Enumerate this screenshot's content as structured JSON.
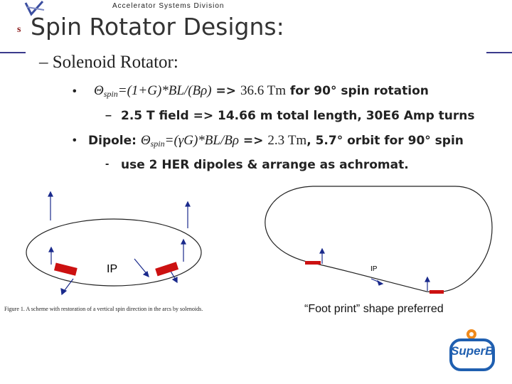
{
  "header": {
    "org": "Accelerator Systems Division",
    "s_mark": "s"
  },
  "slide": {
    "title": "Spin Rotator Designs:",
    "subtitle": "– Solenoid Rotator:",
    "bullet1": {
      "dot": "•",
      "sym": "Θ",
      "sub": "spin",
      "formula": "=(1+G)*BL/(Bρ)",
      "arrow": " => ",
      "value": "36.6 Tm",
      "rest": " for 90° spin rotation"
    },
    "sub1": {
      "dash": "–",
      "text": "2.5 T field => 14.66 m total length, 30E6 Amp turns"
    },
    "bullet2": {
      "dot": "•",
      "lead": "Dipole: ",
      "sym": "Θ",
      "sub": "spin",
      "formula": "=(γG)*BL/Bρ",
      "arrow": " => ",
      "value": "2.3 Tm",
      "rest": ", 5.7° orbit for 90° spin"
    },
    "sub2": {
      "dash": "-",
      "text": "use 2 HER dipoles & arrange as achromat."
    }
  },
  "figure_left": {
    "ip_label": "IP",
    "caption": "Figure 1. A scheme with restoration of a vertical spin direction in the arcs by solenoids."
  },
  "figure_right": {
    "ip_label": "IP",
    "caption": "“Foot print” shape preferred"
  },
  "logo": {
    "text": "SuperB"
  },
  "colors": {
    "header_line": "#3a3a8c",
    "magnet_red": "#cc1111",
    "arrow_blue": "#1a2a8c",
    "logo_blue": "#1f5fb0",
    "logo_orange": "#f08a1c"
  }
}
